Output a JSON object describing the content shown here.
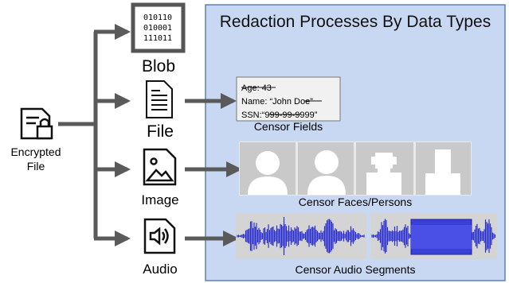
{
  "panel": {
    "title": "Redaction Processes By Data Types",
    "bg_color": "#c9d8f2",
    "border_color": "#5f7fb5"
  },
  "source": {
    "label_line1": "Encrypted",
    "label_line2": "File",
    "icon": "encrypted-file-icon"
  },
  "arrow_color": "#5a5a5a",
  "types": {
    "blob": {
      "label": "Blob",
      "icon": "binary-blob-icon",
      "bits": [
        "010110",
        "010001",
        "111011"
      ]
    },
    "file": {
      "label": "File",
      "icon": "document-icon"
    },
    "image": {
      "label": "Image",
      "icon": "image-file-icon"
    },
    "audio": {
      "label": "Audio",
      "icon": "audio-file-icon"
    }
  },
  "outputs": {
    "fields": {
      "caption": "Censor Fields",
      "age_label": "Age: ",
      "age_value": "43",
      "name_label": "Name: “John ",
      "name_value": "Doe",
      "name_close": "”",
      "ssn_label": "SSN:“",
      "ssn_value": "999-99-",
      "ssn_tail": "9999”"
    },
    "faces": {
      "caption": "Censor Faces/Persons"
    },
    "audio": {
      "caption": "Censor Audio Segments",
      "wave_color": "#2a2fd0"
    }
  }
}
